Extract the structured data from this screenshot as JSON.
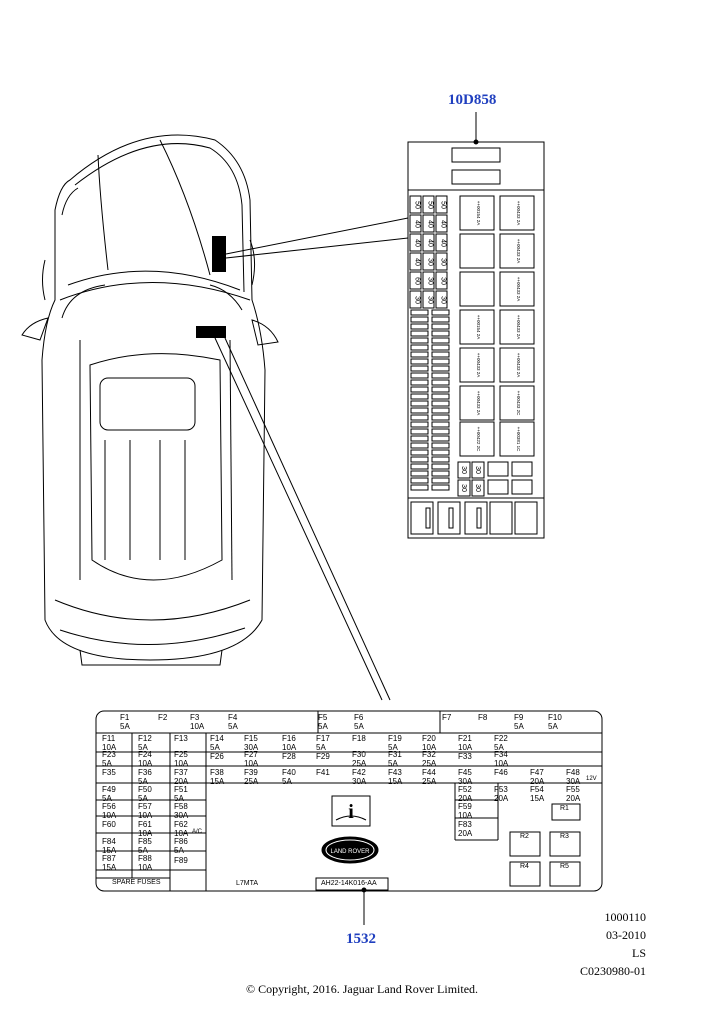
{
  "callouts": {
    "top_label": "10D858",
    "bottom_label": "1532"
  },
  "reference": {
    "code": "1000110",
    "date": "03-2010",
    "initials": "LS",
    "drawing_id": "C0230980-01"
  },
  "copyright": "© Copyright, 2016. Jaguar Land Rover Limited.",
  "fuse_panel": {
    "spare_fuses_label": "SPARE FUSES",
    "code_label": "L7MTA",
    "part_number": "AH22-14K016-AA",
    "fuses": [
      {
        "id": "F1",
        "rating": "5A"
      },
      {
        "id": "F2",
        "rating": ""
      },
      {
        "id": "F3",
        "rating": "10A"
      },
      {
        "id": "F4",
        "rating": "5A"
      },
      {
        "id": "F5",
        "rating": "5A"
      },
      {
        "id": "F6",
        "rating": "5A"
      },
      {
        "id": "F7",
        "rating": ""
      },
      {
        "id": "F8",
        "rating": ""
      },
      {
        "id": "F9",
        "rating": "5A"
      },
      {
        "id": "F10",
        "rating": "5A"
      },
      {
        "id": "F11",
        "rating": "10A"
      },
      {
        "id": "F12",
        "rating": "5A"
      },
      {
        "id": "F13",
        "rating": ""
      },
      {
        "id": "F14",
        "rating": "5A"
      },
      {
        "id": "F15",
        "rating": "30A"
      },
      {
        "id": "F16",
        "rating": "10A"
      },
      {
        "id": "F17",
        "rating": "5A"
      },
      {
        "id": "F18",
        "rating": ""
      },
      {
        "id": "F19",
        "rating": "5A"
      },
      {
        "id": "F20",
        "rating": "10A"
      },
      {
        "id": "F21",
        "rating": "10A"
      },
      {
        "id": "F22",
        "rating": "5A"
      },
      {
        "id": "F23",
        "rating": "5A"
      },
      {
        "id": "F24",
        "rating": "10A"
      },
      {
        "id": "F25",
        "rating": "10A"
      },
      {
        "id": "F26",
        "rating": ""
      },
      {
        "id": "F27",
        "rating": "10A"
      },
      {
        "id": "F28",
        "rating": ""
      },
      {
        "id": "F29",
        "rating": ""
      },
      {
        "id": "F30",
        "rating": "25A"
      },
      {
        "id": "F31",
        "rating": "5A"
      },
      {
        "id": "F32",
        "rating": "25A"
      },
      {
        "id": "F33",
        "rating": ""
      },
      {
        "id": "F34",
        "rating": "10A"
      },
      {
        "id": "F35",
        "rating": ""
      },
      {
        "id": "F36",
        "rating": "5A"
      },
      {
        "id": "F37",
        "rating": "20A"
      },
      {
        "id": "F38",
        "rating": "15A"
      },
      {
        "id": "F39",
        "rating": "25A"
      },
      {
        "id": "F40",
        "rating": "5A"
      },
      {
        "id": "F41",
        "rating": ""
      },
      {
        "id": "F42",
        "rating": "30A"
      },
      {
        "id": "F43",
        "rating": "15A"
      },
      {
        "id": "F44",
        "rating": "25A"
      },
      {
        "id": "F45",
        "rating": "30A"
      },
      {
        "id": "F46",
        "rating": ""
      },
      {
        "id": "F47",
        "rating": "20A"
      },
      {
        "id": "F48",
        "rating": "30A"
      },
      {
        "id": "F49",
        "rating": "5A"
      },
      {
        "id": "F50",
        "rating": "5A"
      },
      {
        "id": "F51",
        "rating": "5A"
      },
      {
        "id": "F52",
        "rating": "20A"
      },
      {
        "id": "F53",
        "rating": "20A"
      },
      {
        "id": "F54",
        "rating": "15A"
      },
      {
        "id": "F55",
        "rating": "20A"
      },
      {
        "id": "F56",
        "rating": "10A"
      },
      {
        "id": "F57",
        "rating": "10A"
      },
      {
        "id": "F58",
        "rating": "30A"
      },
      {
        "id": "F59",
        "rating": "10A"
      },
      {
        "id": "F60",
        "rating": ""
      },
      {
        "id": "F61",
        "rating": "10A"
      },
      {
        "id": "F62",
        "rating": "10A"
      },
      {
        "id": "F83",
        "rating": "20A"
      },
      {
        "id": "F84",
        "rating": "15A"
      },
      {
        "id": "F85",
        "rating": "5A"
      },
      {
        "id": "F86",
        "rating": "5A"
      },
      {
        "id": "F87",
        "rating": "15A"
      },
      {
        "id": "F88",
        "rating": "10A"
      },
      {
        "id": "F89",
        "rating": ""
      }
    ],
    "relays": [
      "R1",
      "R2",
      "R3",
      "R4",
      "R5"
    ],
    "small_tags": [
      "12V",
      "A/C"
    ],
    "logo_text": "LAND ROVER"
  },
  "engine_box": {
    "relay_labels": [
      "++00154 2A",
      "++00433 2A",
      "++00433 2A",
      "++00433 2A",
      "++00154 2A",
      "++00433 2A",
      "++00433 2A",
      "++00433 2A",
      "++00433 2A",
      "++00433 2C",
      "++00422 2C",
      "++00381 1C"
    ],
    "maxi_ratings": [
      [
        "50",
        "50",
        "50"
      ],
      [
        "40",
        "40",
        "40"
      ],
      [
        "40",
        "40",
        "40"
      ],
      [
        "40",
        "30",
        "30"
      ],
      [
        "60",
        "30",
        "30"
      ],
      [
        "30",
        "30",
        "30"
      ]
    ],
    "lower_ratings": [
      "30",
      "30",
      "30",
      "30"
    ]
  }
}
